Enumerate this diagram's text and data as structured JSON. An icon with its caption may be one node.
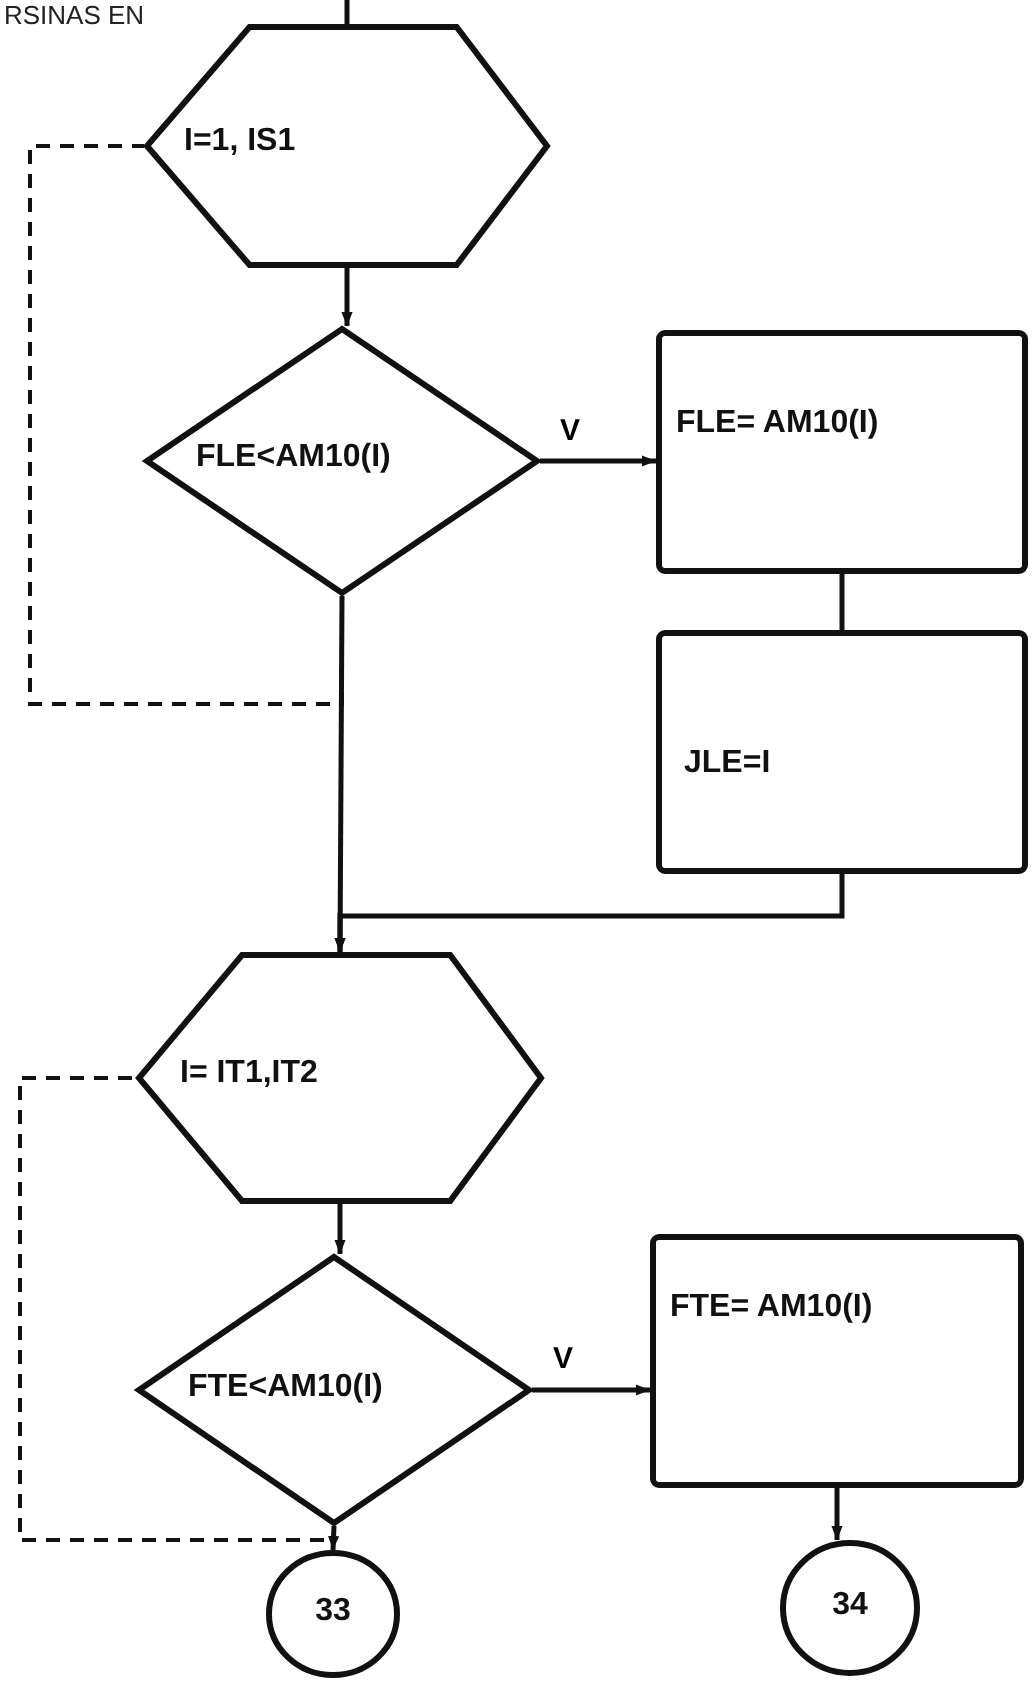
{
  "diagram": {
    "nodes": [
      {
        "text": [
          "I=1, IS1"
        ]
      },
      {
        "text": [
          "FLE<AM10(I)"
        ]
      },
      {
        "text": [
          "FLE= AM10(I)"
        ]
      },
      {
        "text": [
          "JLE=I"
        ]
      },
      {
        "text": [
          "I= IT1,IT2"
        ]
      },
      {
        "text": [
          "FTE<AM10(I)"
        ]
      },
      {
        "text": [
          "FTE= AM10(I)"
        ]
      },
      {
        "text": [
          "33"
        ]
      },
      {
        "text": [
          "34"
        ]
      }
    ],
    "edges": [
      {
        "from": null,
        "to": 0,
        "arrow": "none"
      },
      {
        "from": 0,
        "to": 1,
        "arrow": "to"
      },
      {
        "from": 1,
        "to": 2,
        "arrow": "to",
        "label": "V"
      },
      {
        "from": 2,
        "to": 3,
        "arrow": "none"
      },
      {
        "from": 1,
        "to": 4,
        "arrow": "to"
      },
      {
        "from": 3,
        "to": 4,
        "arrow": "to"
      },
      {
        "from": 1,
        "to": 0,
        "arrow": "none",
        "style": "dashed"
      },
      {
        "from": 4,
        "to": 5,
        "arrow": "to"
      },
      {
        "from": 5,
        "to": 6,
        "arrow": "to",
        "label": "V"
      },
      {
        "from": 6,
        "to": 8,
        "arrow": "to"
      },
      {
        "from": 5,
        "to": 7,
        "arrow": "to"
      },
      {
        "from": 5,
        "to": 4,
        "arrow": "none",
        "style": "dashed"
      }
    ],
    "labels": [
      "RSINAS EN"
    ]
  }
}
